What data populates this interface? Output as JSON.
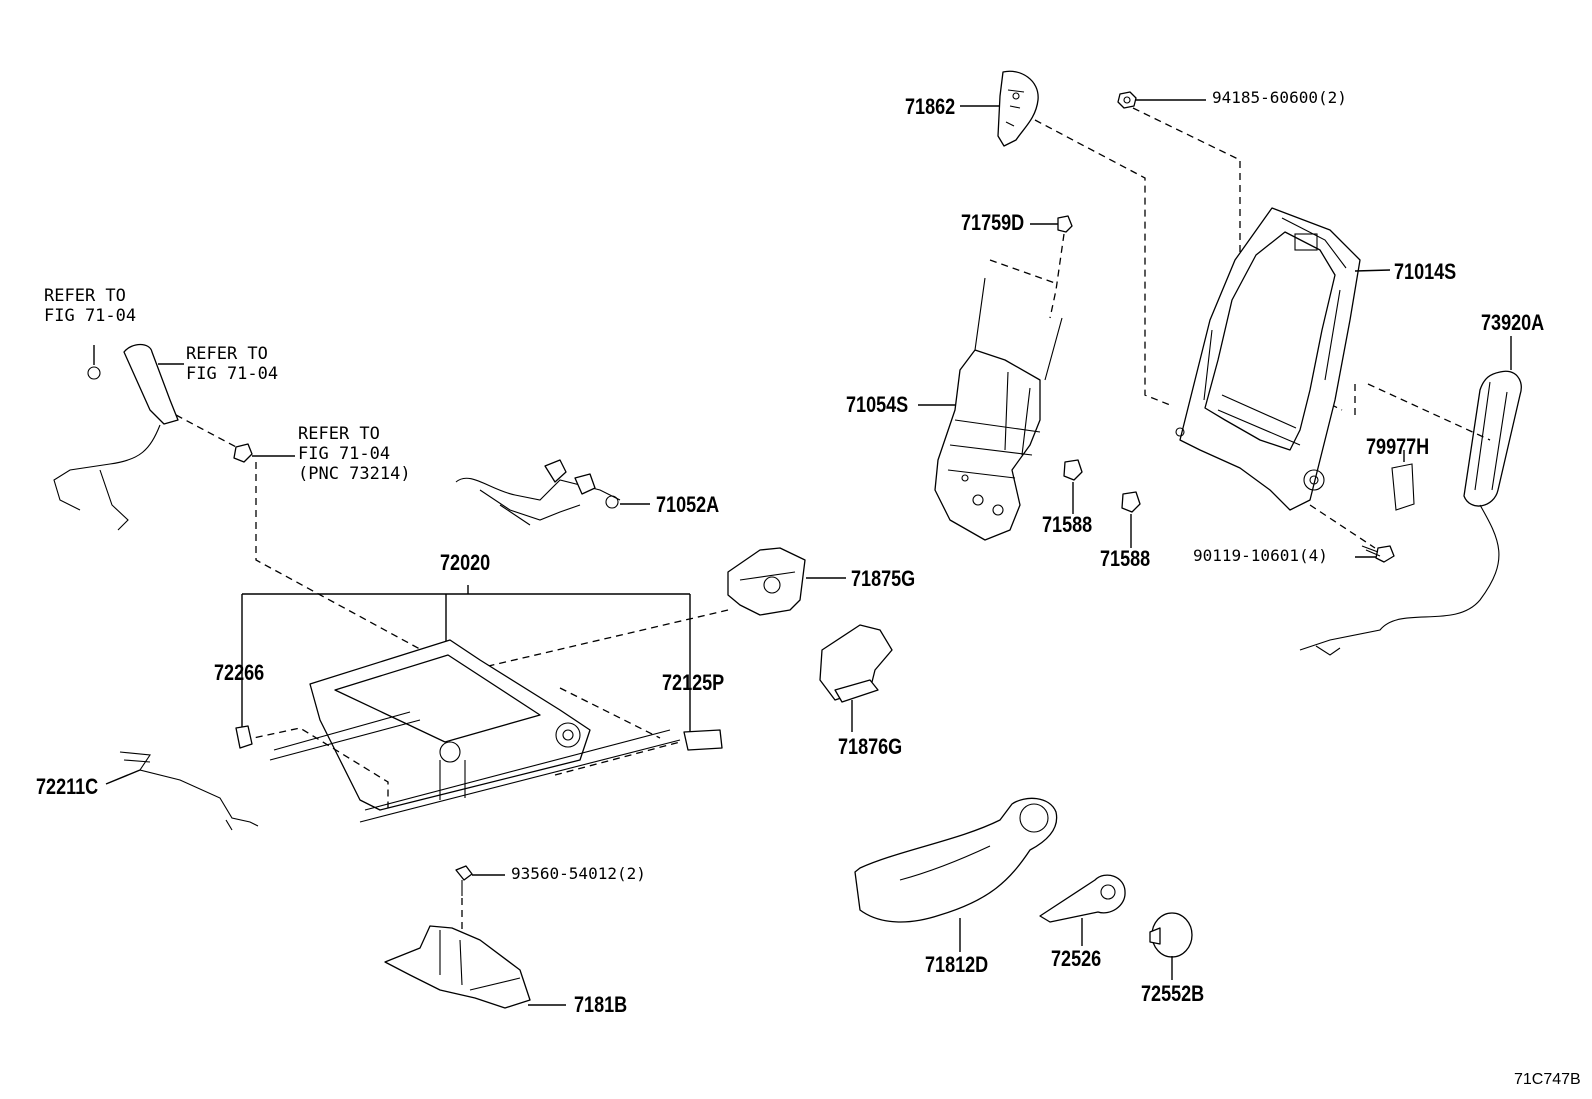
{
  "diagram": {
    "code": "71C747B",
    "references": {
      "ref1": [
        "REFER TO",
        "FIG 71-04"
      ],
      "ref2": [
        "REFER TO",
        "FIG 71-04"
      ],
      "ref3": [
        "REFER TO",
        "FIG 71-04",
        "(PNC 73214)"
      ]
    },
    "labels": {
      "p71862": "71862",
      "p94185": "94185-60600(2)",
      "p71759D": "71759D",
      "p71014S": "71014S",
      "p73920A": "73920A",
      "p71054S": "71054S",
      "p79977H": "79977H",
      "p71588a": "71588",
      "p71588b": "71588",
      "p90119": "90119-10601(4)",
      "p71052A": "71052A",
      "p72020": "72020",
      "p71875G": "71875G",
      "p72266": "72266",
      "p72125P": "72125P",
      "p72211C": "72211C",
      "p71876G": "71876G",
      "p93560": "93560-54012(2)",
      "p7181B": "7181B",
      "p71812D": "71812D",
      "p72526": "72526",
      "p72552B": "72552B"
    }
  }
}
